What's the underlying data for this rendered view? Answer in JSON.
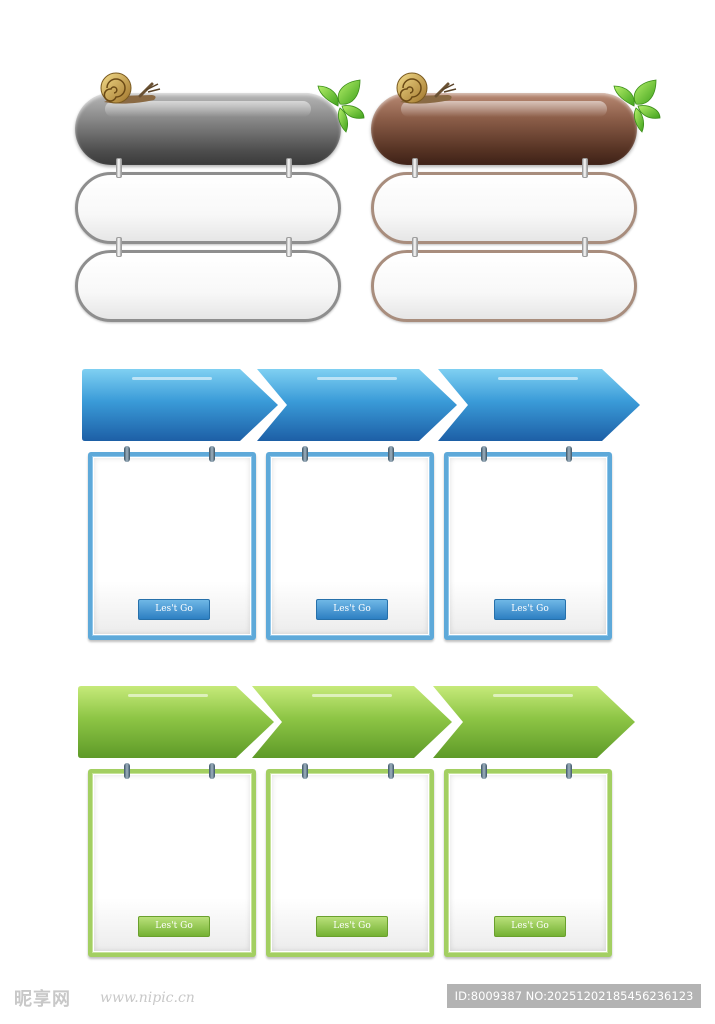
{
  "colors": {
    "pill_gray": "#5a5a5a",
    "pill_brown": "#6b3e2c",
    "arrow_blue": "#2f82c3",
    "arrow_green": "#7fb83b",
    "leaf": "#5fbf2a"
  },
  "icons": [
    "snail-icon",
    "leaf-icon"
  ],
  "blue_section": {
    "buttons": [
      "Les't Go",
      "Les't Go",
      "Les't Go"
    ]
  },
  "green_section": {
    "buttons": [
      "Les't Go",
      "Les't Go",
      "Les't Go"
    ]
  },
  "watermark": {
    "logo": "昵享网",
    "url": "www.nipic.cn",
    "id_text": "ID:8009387 NO:20251202185456236123"
  }
}
